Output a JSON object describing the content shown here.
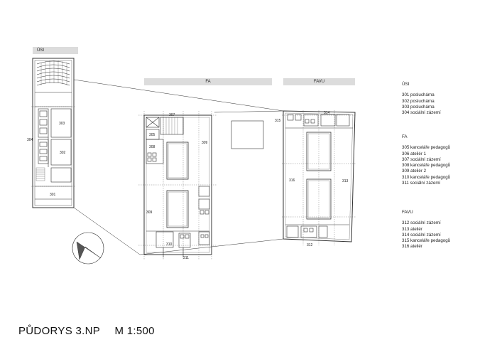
{
  "plan_headers": {
    "usi": "ÚSI",
    "fa": "FA",
    "favu": "FAVU"
  },
  "room_labels": {
    "r301": "301",
    "r302": "302",
    "r303": "303",
    "r304": "304",
    "r305": "305",
    "r307": "307",
    "r308": "308",
    "r309": "309",
    "r310": "310",
    "r311": "311",
    "r312": "312",
    "r313": "313",
    "r314": "314",
    "r315": "315",
    "r316": "316"
  },
  "legend": {
    "usi": {
      "title": "ÚSI",
      "items": [
        "301 posluchárna",
        "302 posluchárna",
        "303 posluchárna",
        "304 sociální zázemí"
      ]
    },
    "fa": {
      "title": "FA",
      "items": [
        "305 kanceláře pedagogů",
        "306 ateliér 1",
        "307 sociální zázemí",
        "308 kanceláře pedagogů",
        "309 ateliér 2",
        "310 kanceláře pedagogů",
        "311 sociální zázemí"
      ]
    },
    "favu": {
      "title": "FAVU",
      "items": [
        "312 sociální zázemí",
        "313 ateliér",
        "314 sociální zázemí",
        "315 kanceláře pedagogů",
        "316 ateliér"
      ]
    }
  },
  "footer": {
    "title": "PŮDORYS 3.NP",
    "scale": "M 1:500"
  },
  "icons": {
    "north_arrow": "north-arrow-icon"
  }
}
